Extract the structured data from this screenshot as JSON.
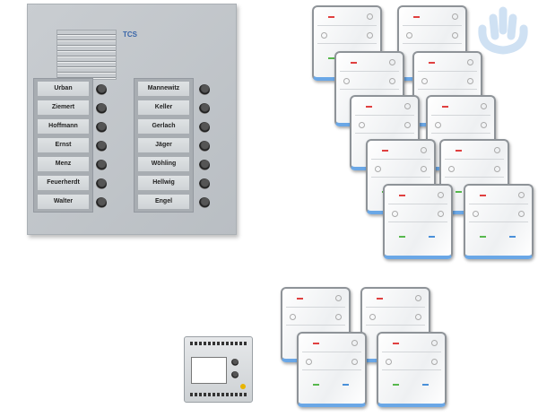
{
  "panel": {
    "brand": "TCS",
    "left_names": [
      "Urban",
      "Ziemert",
      "Hoffmann",
      "Ernst",
      "Menz",
      "Feuerherdt",
      "Walter"
    ],
    "right_names": [
      "Mannewitz",
      "Keller",
      "Gerlach",
      "Jäger",
      "Wöhling",
      "Hellwig",
      "Engel"
    ]
  },
  "accent_colors": {
    "handset_bar": "#6aa7e6",
    "indicator_red": "#e04040",
    "indicator_green": "#57b84d"
  }
}
